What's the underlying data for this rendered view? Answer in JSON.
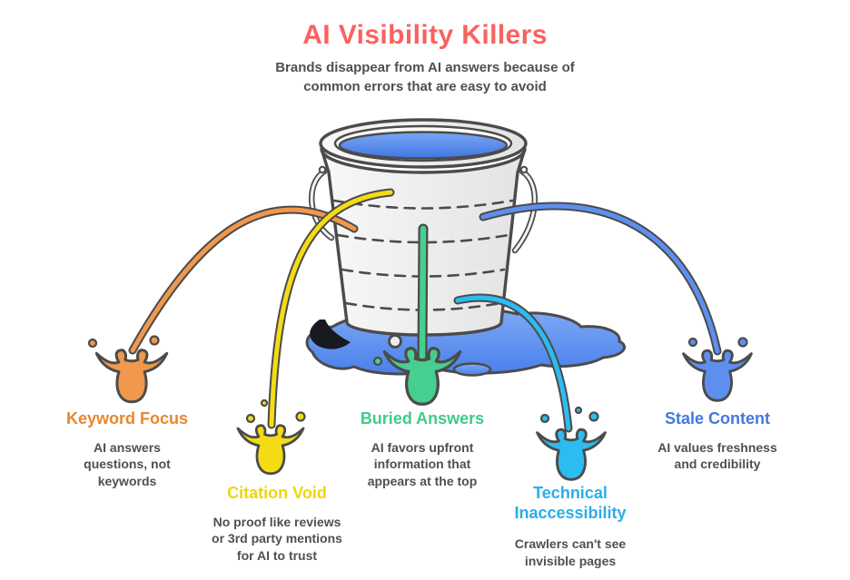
{
  "title": "AI Visibility Killers",
  "subtitle_lines": [
    "Brands disappear from AI answers because of",
    "common errors that are easy to avoid"
  ],
  "colors": {
    "title": "#F9625F",
    "text": "#4C5055",
    "outline": "#4B4B4B",
    "bucket_light": "#F8F8F8",
    "bucket_dark": "#E3E3E3",
    "rim": "#F3F3F3",
    "rim_inner": "#FCFCFC",
    "water_top": "#79A7F4",
    "water_bottom": "#4076E2",
    "puddle_top": "#7FA9F3",
    "puddle_bottom": "#4A80EC",
    "shadow": "#171A20",
    "orange": "#F0984B",
    "yellow": "#F4DC15",
    "green": "#46CF8E",
    "cyan": "#2BBCF2",
    "blue": "#5E8FF0"
  },
  "labels": [
    {
      "id": "keyword-focus",
      "title": "Keyword Focus",
      "title_color": "#E8872D",
      "desc_lines": [
        "AI answers",
        "questions, not",
        "keywords"
      ]
    },
    {
      "id": "citation-void",
      "title": "Citation Void",
      "title_color": "#EFD50E",
      "desc_lines": [
        "No proof like reviews",
        "or 3rd party mentions",
        "for AI to trust"
      ]
    },
    {
      "id": "buried-answers",
      "title": "Buried Answers",
      "title_color": "#3ECB89",
      "desc_lines": [
        "AI favors upfront",
        "information that",
        "appears at the top"
      ]
    },
    {
      "id": "technical-inaccessibility",
      "title": "Technical Inaccessibility",
      "title_color": "#29AEE9",
      "desc_lines": [
        "Crawlers can't see",
        "invisible pages"
      ]
    },
    {
      "id": "stale-content",
      "title": "Stale Content",
      "title_color": "#4478DB",
      "desc_lines": [
        "AI values freshness",
        "and credibility"
      ]
    }
  ]
}
